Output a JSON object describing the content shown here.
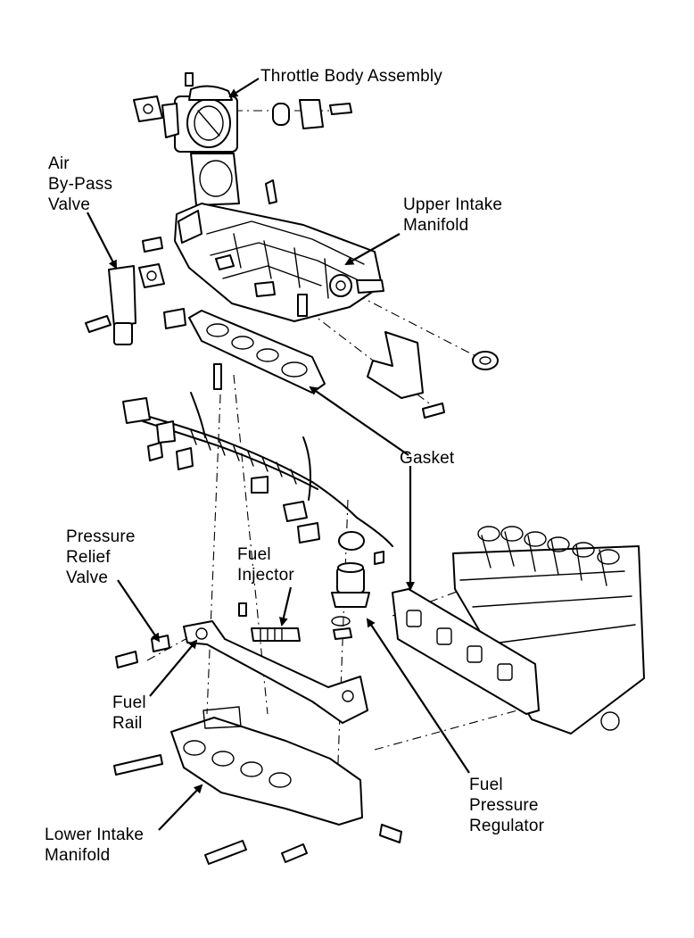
{
  "labels": {
    "throttle_body": "Throttle Body Assembly",
    "air_bypass_valve": [
      "Air",
      "By-Pass",
      "Valve"
    ],
    "upper_intake_manifold": [
      "Upper Intake",
      "Manifold"
    ],
    "gasket": "Gasket",
    "pressure_relief_valve": [
      "Pressure",
      "Relief",
      "Valve"
    ],
    "fuel_injector": [
      "Fuel",
      "Injector"
    ],
    "fuel_rail": [
      "Fuel",
      "Rail"
    ],
    "fuel_pressure_regulator": [
      "Fuel",
      "Pressure",
      "Regulator"
    ],
    "lower_intake_manifold": [
      "Lower Intake",
      "Manifold"
    ]
  },
  "colors": {
    "ink": "#000000",
    "background": "#ffffff"
  }
}
